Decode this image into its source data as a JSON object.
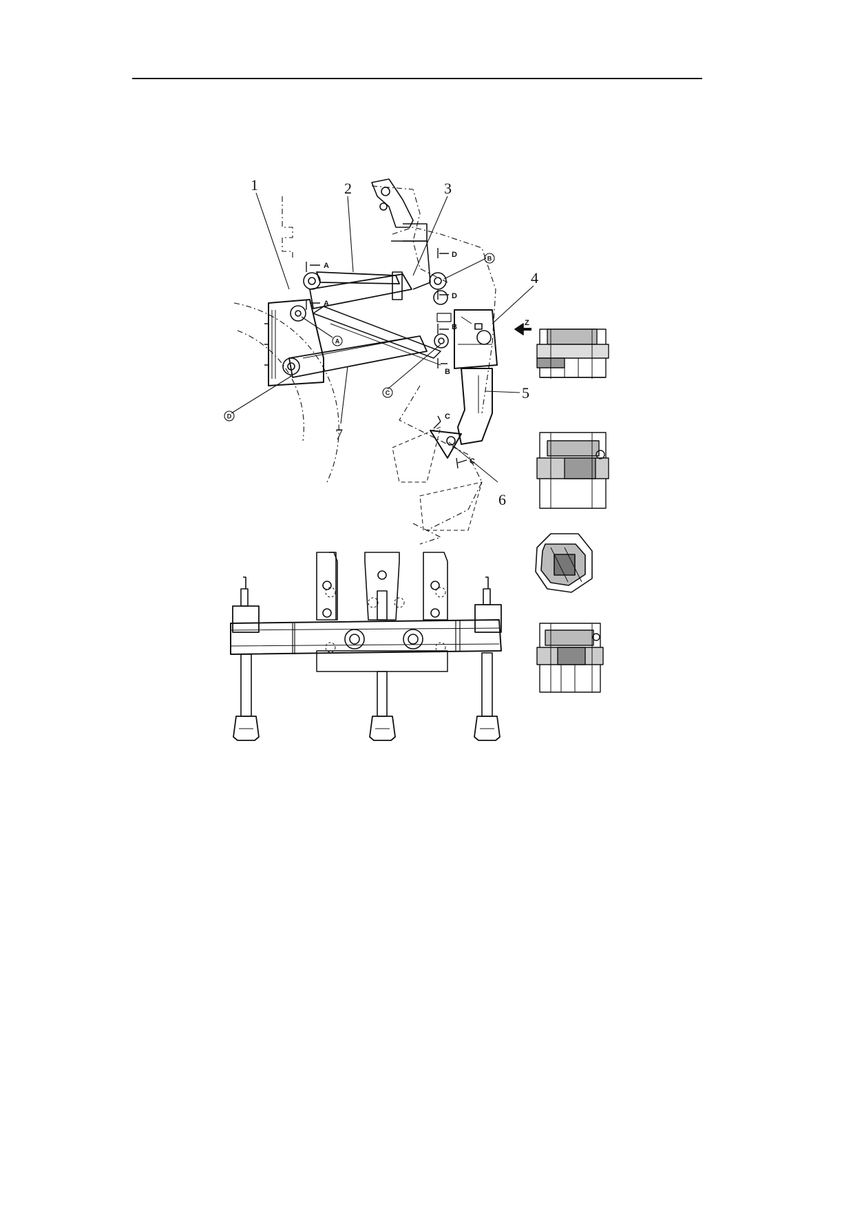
{
  "callouts": [
    "1",
    "2",
    "3",
    "4",
    "5",
    "6",
    "7"
  ],
  "circled_labels": {
    "a": "A",
    "b": "B",
    "c": "C",
    "d": "D"
  },
  "section_labels": {
    "a1": "A",
    "a2": "A",
    "b1": "B",
    "b2": "B",
    "c1": "C",
    "c2": "C",
    "d1": "D",
    "d2": "D",
    "view": "Z"
  }
}
